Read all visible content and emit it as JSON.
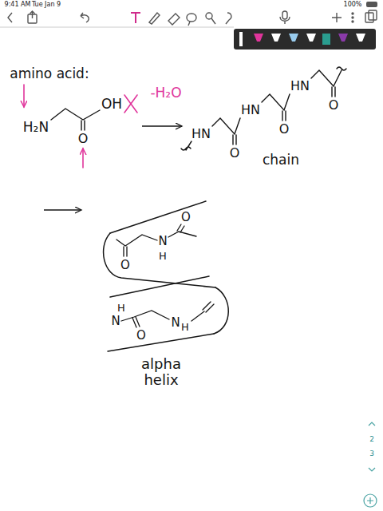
{
  "diagram": {
    "title": "amino acid:",
    "labels": [
      "9:41 AM",
      "Tue Jan 9",
      "100%",
      "-H₂O",
      "H₂N",
      "OH",
      "O",
      "HN",
      "O",
      "HN",
      "O",
      "HN",
      "O",
      "chain",
      "O",
      "N",
      "H",
      "O",
      "H",
      "N",
      "O",
      "N",
      "H",
      "alpha helix",
      "2",
      "3"
    ]
  }
}
